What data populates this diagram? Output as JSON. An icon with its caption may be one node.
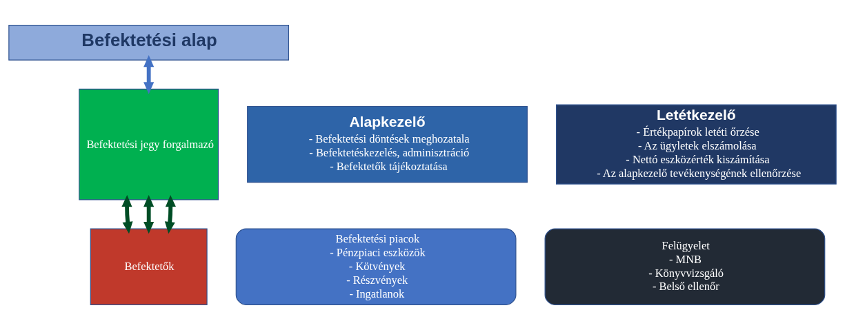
{
  "diagram": {
    "nodes": [
      {
        "text": [
          "Befektetési alap"
        ]
      },
      {
        "text": [
          "Alapkezelő",
          "- Befektetési döntések meghozatala",
          "- Befektetéskezelés, adminisztráció",
          "- Befektetők tájékoztatása"
        ]
      },
      {
        "text": [
          "Befektetési jegy forgalmazó"
        ]
      },
      {
        "text": [
          "Letétkezelő",
          "- Értékpapírok letéti őrzése",
          "- Az ügyletek elszámolása",
          "- Nettó eszközérték kiszámítása",
          "- Az alapkezelő tevékenységének ellenőrzése"
        ]
      },
      {
        "text": [
          "Befektetési piacok",
          "- Pénzpiaci eszközök",
          "- Kötvények",
          "- Részvények",
          "- Ingatlanok"
        ]
      },
      {
        "text": [
          "Befektetők"
        ]
      },
      {
        "text": [
          "Felügyelet",
          "- MNB",
          "- Könyvvizsgáló",
          "- Belső ellenőr"
        ]
      }
    ],
    "edges": [
      {
        "from": 0,
        "to": 2,
        "arrow": "both",
        "color": "#4472c4"
      },
      {
        "from": 2,
        "to": 5,
        "arrow": "both"
      },
      {
        "from": 2,
        "to": 5,
        "arrow": "both"
      },
      {
        "from": 2,
        "to": 5,
        "arrow": "both"
      }
    ]
  }
}
